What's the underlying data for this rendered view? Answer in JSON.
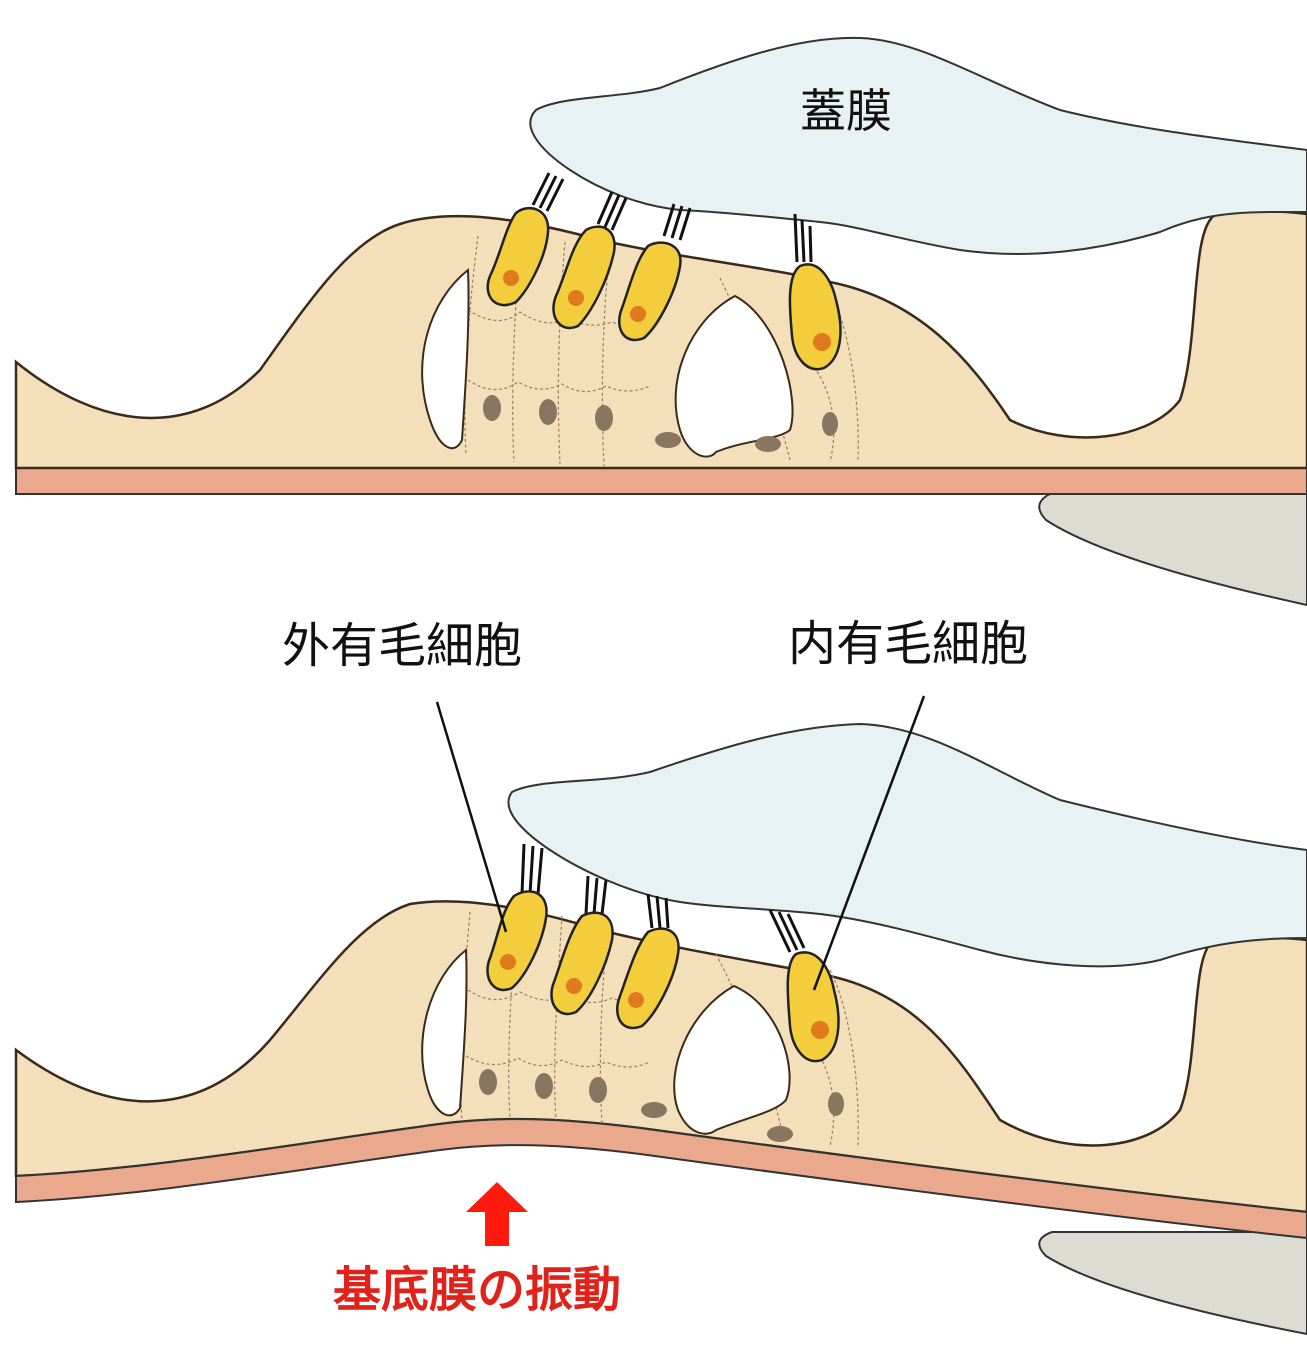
{
  "labels": {
    "tectorial_membrane": "蓋膜",
    "outer_hair_cells": "外有毛細胞",
    "inner_hair_cell": "内有毛細胞",
    "caption": "基底膜の振動"
  },
  "colors": {
    "tissue": "#f3dfb9",
    "tissue_outline": "#6a4a2a",
    "basilar_membrane": "#eaa98c",
    "tectorial_membrane": "#e6f2f4",
    "hair_cell": "#f4cd3c",
    "hair_cell_nucleus": "#e07a1f",
    "supporting_nucleus": "#8a7560",
    "bone": "#dcdcd2",
    "arrow": "#ff1a0d",
    "caption": "#e0221b"
  }
}
